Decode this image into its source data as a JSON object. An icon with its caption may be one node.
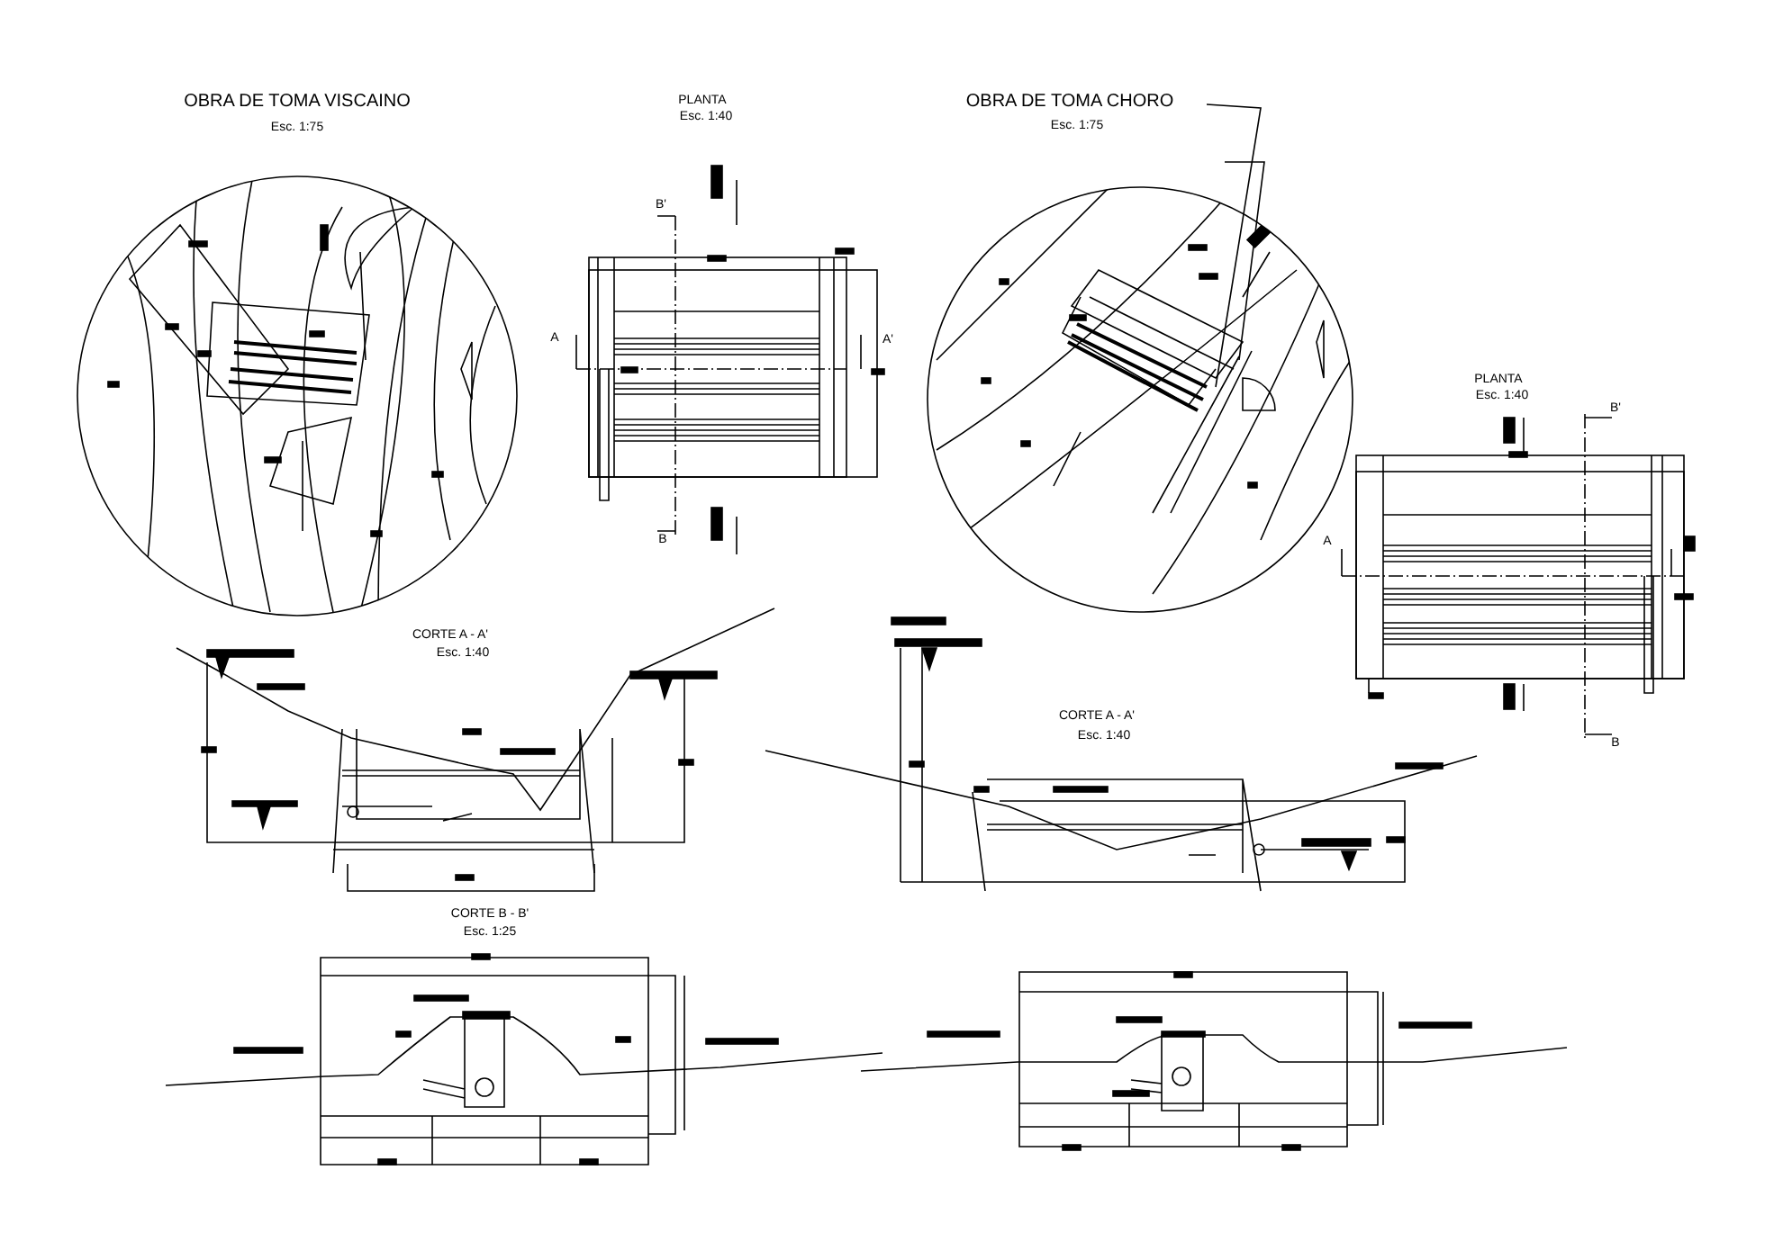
{
  "diagram": {
    "labels": [
      "OBRA DE TOMA VISCAINO",
      "Esc. 1:75",
      "PLANTA",
      "Esc. 1:40",
      "B'",
      "A",
      "A'",
      "B",
      "OBRA DE TOMA CHORO",
      "Esc. 1:75",
      "PLANTA",
      "Esc. 1:40",
      "B'",
      "A",
      "B",
      "CORTE A - A'",
      "Esc. 1:40",
      "CORTE A - A'",
      "Esc. 1:40",
      "CORTE B - B'",
      "Esc. 1:25"
    ]
  }
}
